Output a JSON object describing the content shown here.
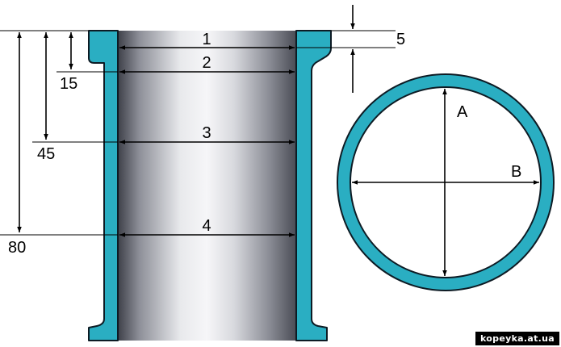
{
  "diagram": {
    "measurement_depths": [
      "5",
      "15",
      "45",
      "80"
    ],
    "belt_labels": [
      "1",
      "2",
      "3",
      "4"
    ],
    "diameter_labels": [
      "A",
      "B"
    ]
  },
  "watermark": "kopeyka.at.ua",
  "colors": {
    "liner_wall": "#2aaec2",
    "liner_outline": "#0d1b24",
    "bore_light": "#f4f4f6",
    "bore_dark": "#3e4049",
    "lines": "#000000"
  }
}
